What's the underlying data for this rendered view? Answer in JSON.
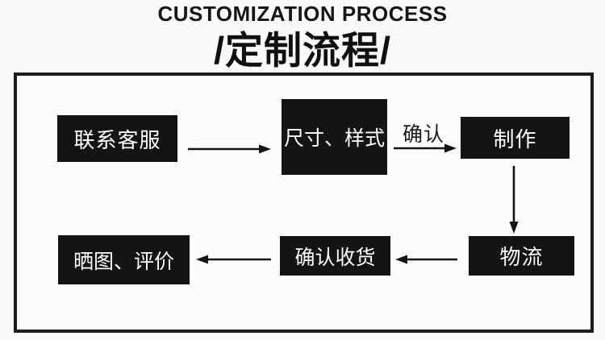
{
  "header": {
    "title_en": "CUSTOMIZATION PROCESS",
    "title_zh": "/定制流程/"
  },
  "flowchart": {
    "nodes": [
      {
        "id": "contact-service",
        "label": "联系客服"
      },
      {
        "id": "size-style",
        "label": "尺寸、样式"
      },
      {
        "id": "production",
        "label": "制作"
      },
      {
        "id": "logistics",
        "label": "物流"
      },
      {
        "id": "confirm-receipt",
        "label": "确认收货"
      },
      {
        "id": "review-photos",
        "label": "晒图、评价"
      }
    ],
    "edges": [
      {
        "from": "联系客服",
        "to": "尺寸、样式",
        "label": ""
      },
      {
        "from": "尺寸、样式",
        "to": "制作",
        "label": "确认"
      },
      {
        "from": "制作",
        "to": "物流",
        "label": ""
      },
      {
        "from": "物流",
        "to": "确认收货",
        "label": ""
      },
      {
        "from": "确认收货",
        "to": "晒图、评价",
        "label": ""
      }
    ],
    "colors": {
      "node_background": "#141414",
      "node_text": "#ffffff",
      "line": "#141414",
      "frame_border": "#1b1b1b",
      "page_background": "#fbfaf9"
    }
  }
}
